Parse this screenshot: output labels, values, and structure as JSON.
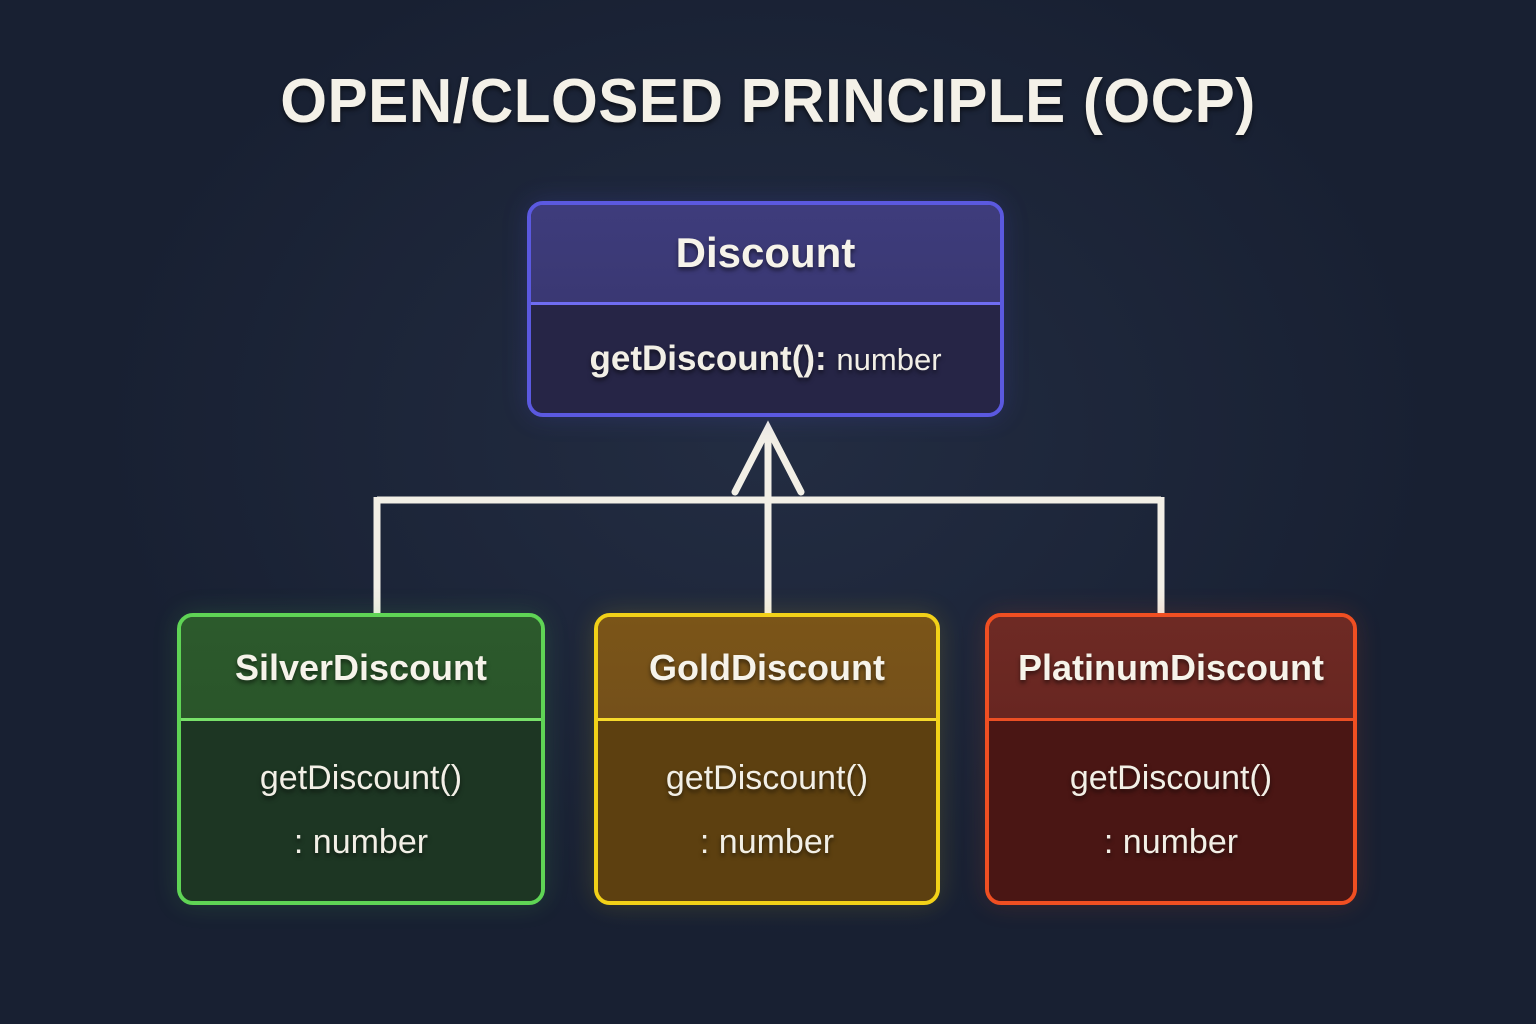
{
  "diagram": {
    "title": "OPEN/CLOSED PRINCIPLE (OCP)",
    "type": "uml-class-diagram",
    "background_color": "#182032",
    "title_color": "#f4f1e8",
    "connector_color": "#f2efe6",
    "relationship": "generalization"
  },
  "root": {
    "name": "Discount",
    "method": "getDiscount():",
    "return_type": "number",
    "border_color": "#5b59e0",
    "header_fill": "#3b3975",
    "body_fill": "#262546"
  },
  "children": [
    {
      "name": "SilverDiscount",
      "method_line1": "getDiscount()",
      "method_line2": ": number",
      "border_color": "#5fd455",
      "header_fill": "#2b572b",
      "body_fill": "#1d3623"
    },
    {
      "name": "GoldDiscount",
      "method_line1": "getDiscount()",
      "method_line2": ": number",
      "border_color": "#f2d118",
      "header_fill": "#77521a",
      "body_fill": "#5d4010"
    },
    {
      "name": "PlatinumDiscount",
      "method_line1": "getDiscount()",
      "method_line2": ": number",
      "border_color": "#f04f22",
      "header_fill": "#6b2822",
      "body_fill": "#4a1614"
    }
  ]
}
